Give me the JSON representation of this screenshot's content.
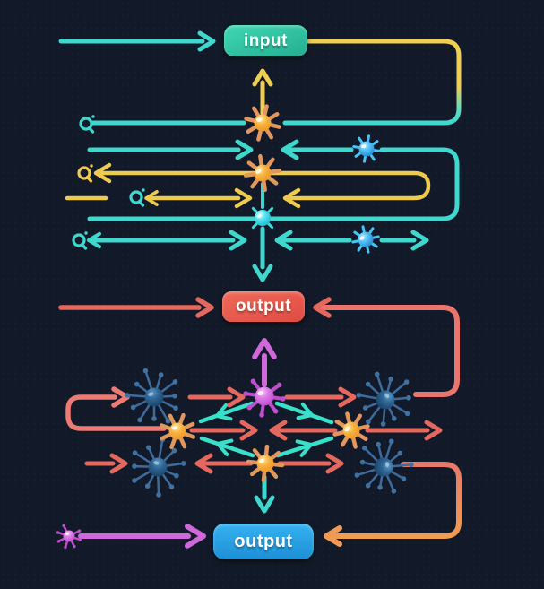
{
  "title": "neural-network-flow-diagram",
  "boxes": {
    "input": {
      "label": "input",
      "color": "#2ec3a4"
    },
    "output_top": {
      "label": "output",
      "color": "#e85a4e"
    },
    "output_bottom": {
      "label": "output",
      "color": "#27a2e6"
    }
  },
  "palette": {
    "bg": "#121a29",
    "teal": "#3ed8cf",
    "diagteal": "#38e0c9",
    "yellow": "#eecb4f",
    "red": "#e5685f",
    "magenta": "#cf69da",
    "orange": "#ef9a55",
    "amberNode": "#f3a93c",
    "blueSphere": "#38b6f2",
    "cyanSphere": "#2fd2e2",
    "purpleNode": "#d566dd",
    "dendriteNode": "#2f6795"
  },
  "nodes": [
    {
      "name": "excitatory-neuron-top",
      "shape": "spiky-sun",
      "color": "#f3a93c"
    },
    {
      "name": "excitatory-neuron-mid",
      "shape": "spiky-sun",
      "color": "#f3a93c"
    },
    {
      "name": "cyan-sphere-neuron",
      "shape": "spiked-sphere",
      "color": "#2fd2e2"
    },
    {
      "name": "blue-sphere-neuron-1",
      "shape": "spiked-sphere",
      "color": "#38b6f2"
    },
    {
      "name": "blue-sphere-neuron-2",
      "shape": "spiked-sphere",
      "color": "#38b6f2"
    },
    {
      "name": "dendritic-neuron-upper-left",
      "shape": "dendritic",
      "color": "#2f6795"
    },
    {
      "name": "dendritic-neuron-upper-right",
      "shape": "dendritic",
      "color": "#2f6795"
    },
    {
      "name": "dendritic-neuron-lower-left",
      "shape": "dendritic",
      "color": "#2f6795"
    },
    {
      "name": "dendritic-neuron-lower-right",
      "shape": "dendritic",
      "color": "#2f6795"
    },
    {
      "name": "purple-hub-neuron",
      "shape": "knobbed-neuron",
      "color": "#d566dd"
    },
    {
      "name": "amber-neuron-left",
      "shape": "spiky-sun",
      "color": "#f3a93c"
    },
    {
      "name": "amber-neuron-right",
      "shape": "spiky-sun",
      "color": "#f3a93c"
    },
    {
      "name": "amber-neuron-center",
      "shape": "spiky-sun",
      "color": "#f3a93c"
    },
    {
      "name": "mini-purple-neuron",
      "shape": "knobbed-neuron",
      "color": "#d566dd"
    }
  ]
}
